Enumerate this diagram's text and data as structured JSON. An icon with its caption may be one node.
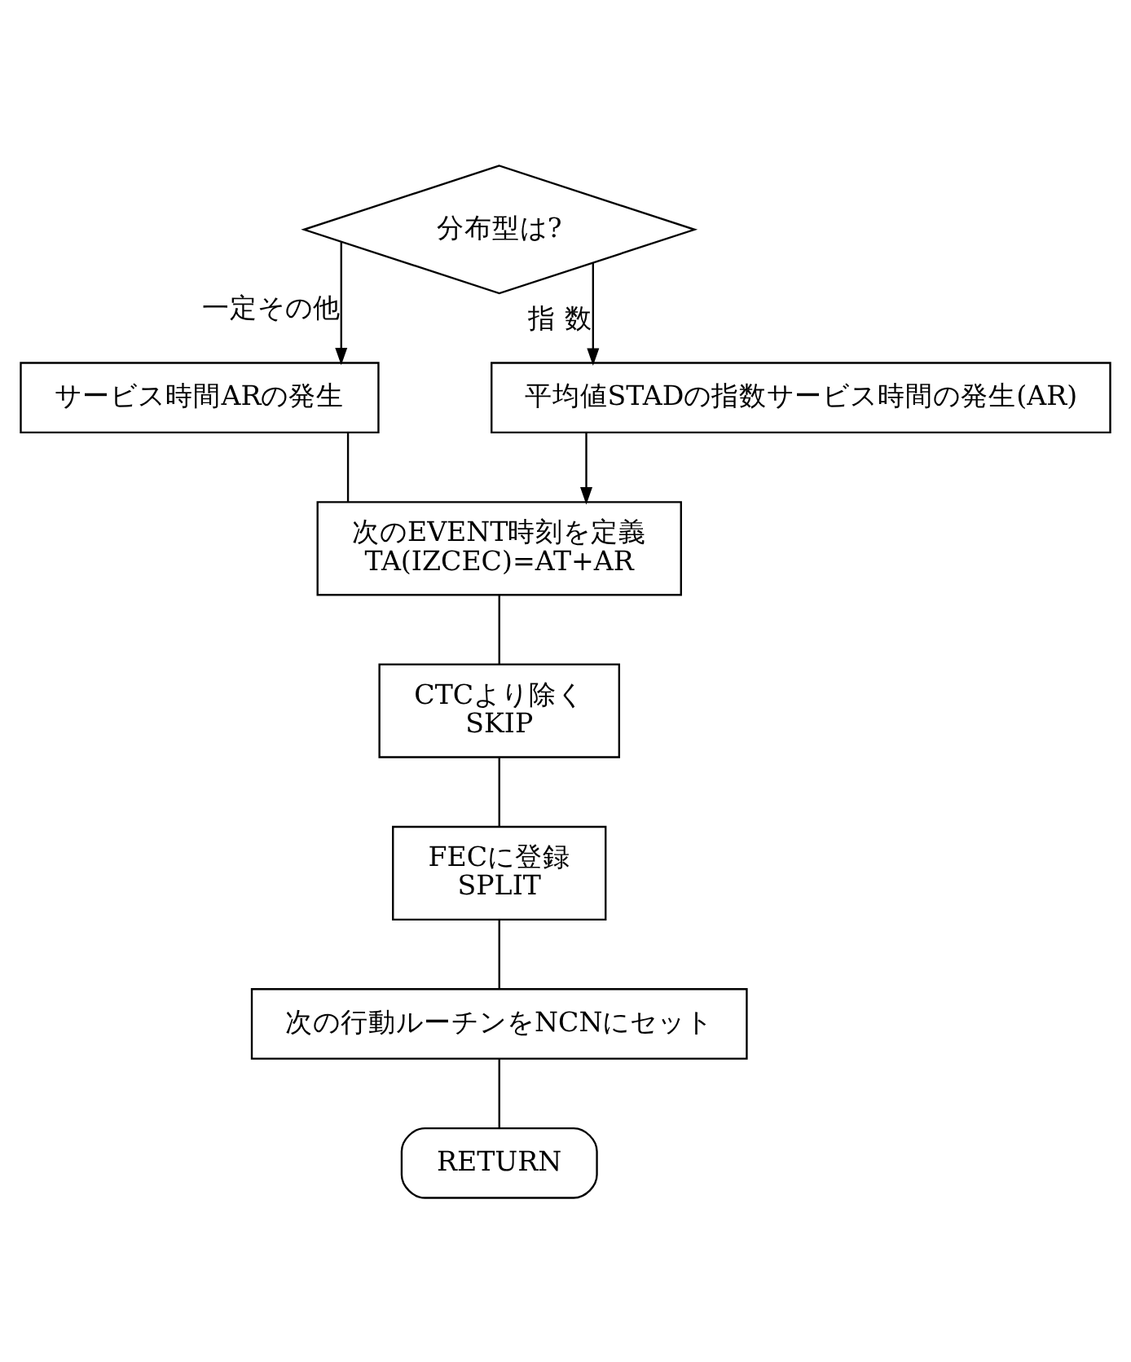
{
  "diagram": {
    "nodes": [
      {
        "text": [
          "分布型は?"
        ]
      },
      {
        "text": [
          "サービス時間ARの発生"
        ]
      },
      {
        "text": [
          "平均値STADの指数サービス時間の発生(AR)"
        ]
      },
      {
        "text": [
          "次のEVENT時刻を定義",
          "TA(IZCEC)=AT+AR"
        ]
      },
      {
        "text": [
          "CTCより除く",
          "SKIP"
        ]
      },
      {
        "text": [
          "FECに登録",
          "SPLIT"
        ]
      },
      {
        "text": [
          "次の行動ルーチンをNCNにセット"
        ]
      },
      {
        "text": [
          "RETURN"
        ]
      }
    ],
    "edges": [
      {
        "from": 0,
        "to": 1,
        "arrow": "to",
        "label": "一定その他"
      },
      {
        "from": 0,
        "to": 2,
        "arrow": "to",
        "label": "指 数"
      },
      {
        "from": 1,
        "to": 3,
        "arrow": "none"
      },
      {
        "from": 2,
        "to": 3,
        "arrow": "to"
      },
      {
        "from": 3,
        "to": 4,
        "arrow": "none"
      },
      {
        "from": 4,
        "to": 5,
        "arrow": "none"
      },
      {
        "from": 5,
        "to": 6,
        "arrow": "none"
      },
      {
        "from": 6,
        "to": 7,
        "arrow": "none"
      }
    ]
  }
}
